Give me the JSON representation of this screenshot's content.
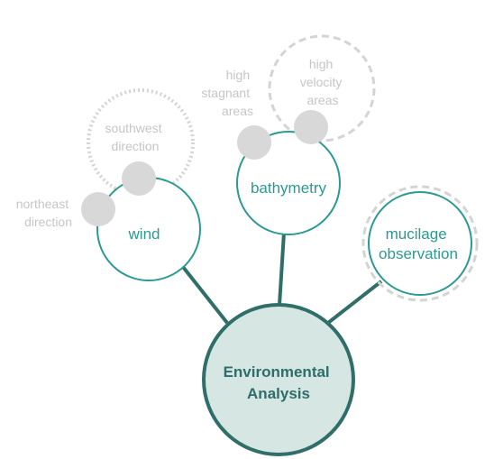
{
  "center": {
    "lines": [
      "Environmental",
      "Analysis"
    ]
  },
  "nodes": {
    "wind": {
      "label": "wind"
    },
    "bathymetry": {
      "label": "bathymetry"
    },
    "mucilage": {
      "lines": [
        "mucilage",
        "observation"
      ]
    }
  },
  "subtopics": {
    "southwest": {
      "lines": [
        "southwest",
        "direction"
      ]
    },
    "northeast": {
      "lines": [
        "northeast",
        "direction"
      ]
    },
    "high_stagnant": {
      "lines": [
        "high",
        "stagnant",
        "areas"
      ]
    },
    "high_velocity": {
      "lines": [
        "high",
        "velocity",
        "areas"
      ]
    }
  },
  "colors": {
    "teal_dark": "#2f6e69",
    "teal_node": "#2a9a92",
    "center_fill": "#d6e6e3",
    "grey_dot": "#d8d8d8",
    "grey_text": "#c6c6c6"
  }
}
